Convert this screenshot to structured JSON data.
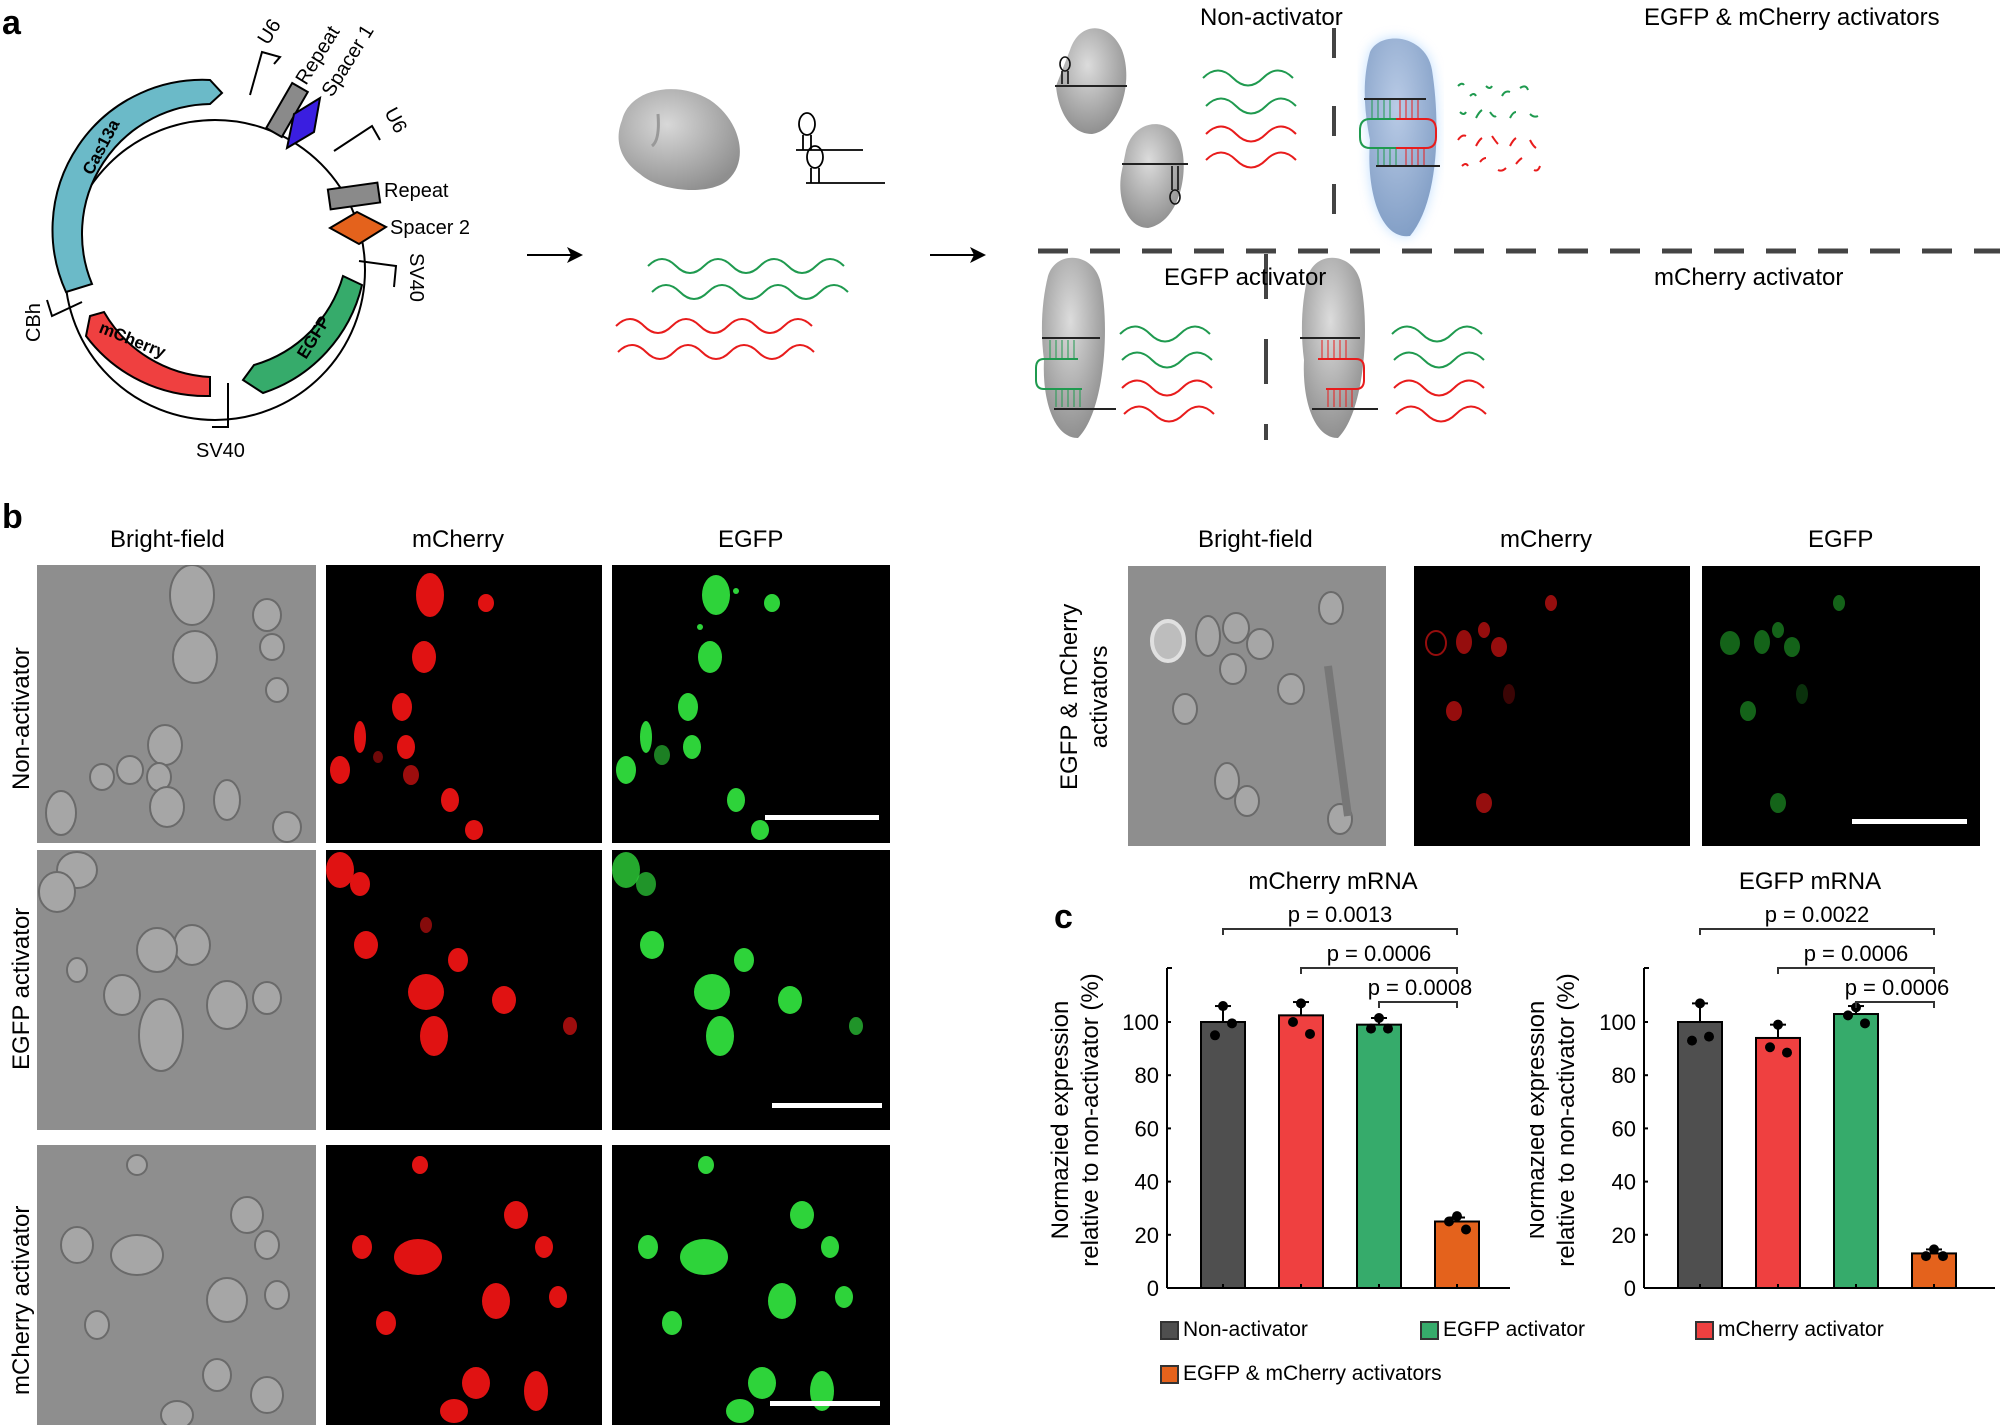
{
  "panels": {
    "a": {
      "letter": "a",
      "plasmid": {
        "elements": {
          "cas13a": "Cas13a",
          "mcherry": "mCherry",
          "egfp": "EGFP",
          "u6_1": "U6",
          "u6_2": "U6",
          "repeat_1": "Repeat",
          "spacer_1": "Spacer 1",
          "repeat_2": "Repeat",
          "spacer_2": "Spacer 2",
          "sv40_1": "SV40",
          "sv40_2": "SV40",
          "cbh": "CBh"
        },
        "colors": {
          "cas13a": "#6bbac8",
          "mcherry": "#ef4040",
          "egfp": "#36ab6b",
          "repeat": "#8a8a8a",
          "spacer_1": "#3a1ee0",
          "spacer_2": "#e4621c"
        }
      },
      "quadrants": {
        "non_activator": "Non-activator",
        "both_activators": "EGFP & mCherry activators",
        "egfp_activator": "EGFP activator",
        "mcherry_activator": "mCherry activator"
      },
      "rna_colors": {
        "egfp": "#1f9a4f",
        "mcherry": "#e81c1c"
      }
    },
    "b": {
      "letter": "b",
      "column_titles": [
        "Bright-field",
        "mCherry",
        "EGFP"
      ],
      "left_rows": [
        "Non-activator",
        "EGFP activator",
        "mCherry activator"
      ],
      "right_row": [
        "EGFP & mCherry",
        "activators"
      ],
      "right_column_titles": [
        "Bright-field",
        "mCherry",
        "EGFP"
      ]
    },
    "c": {
      "letter": "c"
    }
  },
  "chart_data": [
    {
      "type": "bar",
      "title": "mCherry mRNA",
      "xlabel": "",
      "ylabel": "Normazied expression relative to non-activator (%)",
      "ylabel_lines": [
        "Normazied expression",
        "relative to non-activator (%)"
      ],
      "categories": [
        "Non-activator",
        "mCherry activator",
        "EGFP activator",
        "EGFP & mCherry activators"
      ],
      "values": [
        100,
        102.5,
        99,
        25
      ],
      "error_up": [
        6,
        5,
        2.5,
        1.5
      ],
      "points": [
        [
          106,
          95,
          99.5
        ],
        [
          107,
          100,
          95.5
        ],
        [
          101.5,
          97.5,
          97.5
        ],
        [
          27,
          25,
          22
        ]
      ],
      "colors": [
        "#4f4f4f",
        "#ef4040",
        "#36ab6b",
        "#e4621c"
      ],
      "ylim": [
        0,
        120
      ],
      "yticks": [
        "0",
        "20",
        "40",
        "60",
        "80",
        "100"
      ],
      "significance": [
        {
          "label": "p = 0.0013",
          "from": 0,
          "to": 3
        },
        {
          "label": "p = 0.0006",
          "from": 1,
          "to": 3
        },
        {
          "label": "p = 0.0008",
          "from": 2,
          "to": 3
        }
      ],
      "grid": false
    },
    {
      "type": "bar",
      "title": "EGFP mRNA",
      "xlabel": "",
      "ylabel": "Normazied expression relative to non-activator (%)",
      "ylabel_lines": [
        "Normazied expression",
        "relative to non-activator (%)"
      ],
      "categories": [
        "Non-activator",
        "mCherry activator",
        "EGFP activator",
        "EGFP & mCherry activators"
      ],
      "values": [
        100,
        94,
        103,
        13
      ],
      "error_up": [
        7,
        5,
        3,
        1.5
      ],
      "points": [
        [
          107,
          93,
          94.5
        ],
        [
          99,
          90.5,
          88.5
        ],
        [
          105.5,
          102.5,
          99.5
        ],
        [
          14.5,
          12,
          12
        ]
      ],
      "colors": [
        "#4f4f4f",
        "#ef4040",
        "#36ab6b",
        "#e4621c"
      ],
      "ylim": [
        0,
        120
      ],
      "yticks": [
        "0",
        "20",
        "40",
        "60",
        "80",
        "100"
      ],
      "significance": [
        {
          "label": "p = 0.0022",
          "from": 0,
          "to": 3
        },
        {
          "label": "p = 0.0006",
          "from": 1,
          "to": 3
        },
        {
          "label": "p = 0.0006",
          "from": 2,
          "to": 3
        }
      ],
      "grid": false
    }
  ],
  "legend": [
    {
      "label": "Non-activator",
      "color": "#4f4f4f"
    },
    {
      "label": "EGFP activator",
      "color": "#36ab6b"
    },
    {
      "label": "mCherry activator",
      "color": "#ef4040"
    },
    {
      "label": "EGFP & mCherry activators",
      "color": "#e4621c"
    }
  ]
}
